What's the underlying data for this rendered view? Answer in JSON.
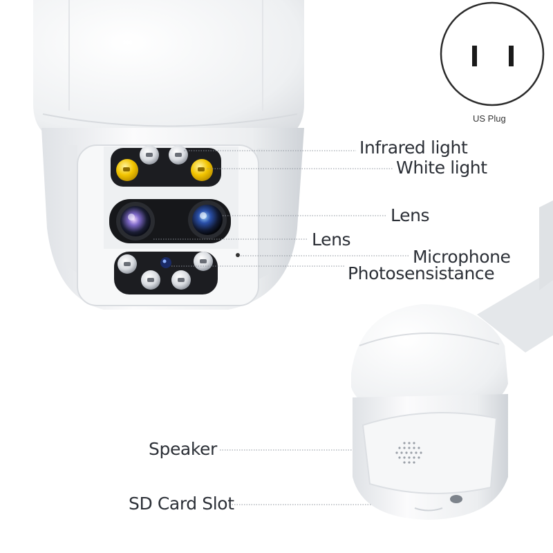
{
  "plug": {
    "caption": "US Plug"
  },
  "callouts": {
    "infrared": "Infrared light",
    "white_light": "White light",
    "lens_1": "Lens",
    "lens_2": "Lens",
    "microphone": "Microphone",
    "photosensor": "Photosensistance",
    "speaker": "Speaker",
    "sd_card": "SD Card Slot"
  },
  "colors": {
    "label_text": "#2b2f36",
    "leader_line": "#8a9099",
    "white_led": "#f2c400",
    "lens_blue": "#2a4fa8",
    "body": "#f5f6f7"
  }
}
